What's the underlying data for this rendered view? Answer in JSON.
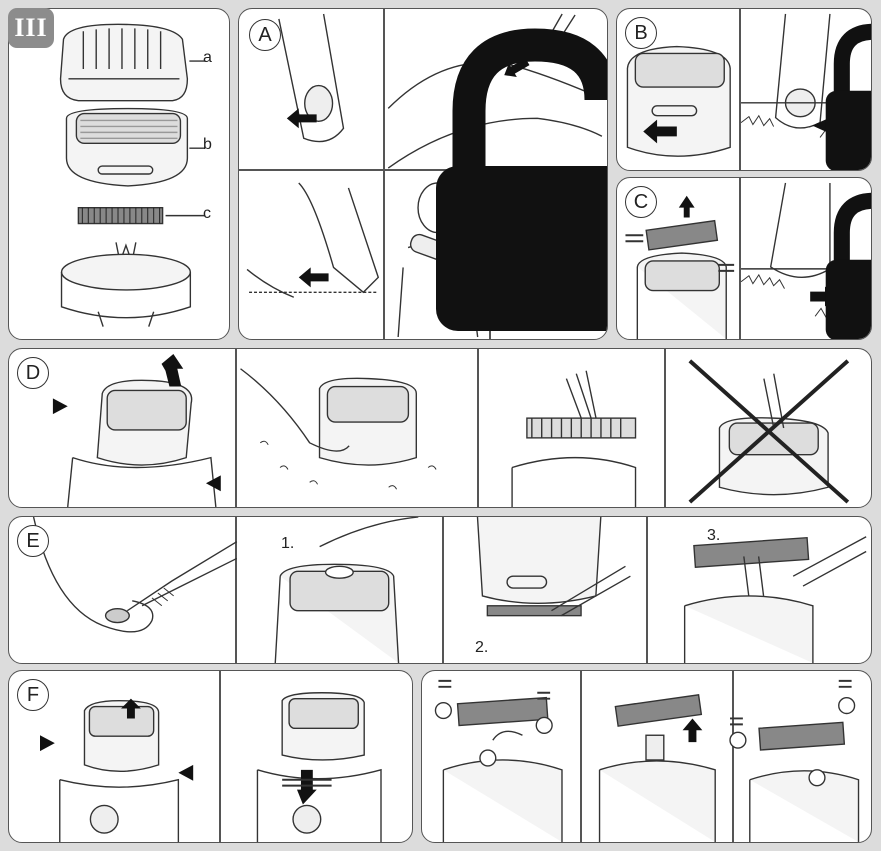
{
  "section_number": "III",
  "parts": {
    "a": "a",
    "b": "b",
    "c": "c"
  },
  "steps": {
    "A": "A",
    "B": "B",
    "C": "C",
    "D": "D",
    "E": "E",
    "F": "F"
  },
  "oil_steps": {
    "one": "1.",
    "two": "2.",
    "three": "3."
  },
  "locks": {
    "A": "unlocked",
    "B": "locked",
    "C": "locked"
  },
  "colors": {
    "background": "#dcdcdc",
    "panel": "#ffffff",
    "badge": "#8c8c8c",
    "line": "#333333"
  }
}
